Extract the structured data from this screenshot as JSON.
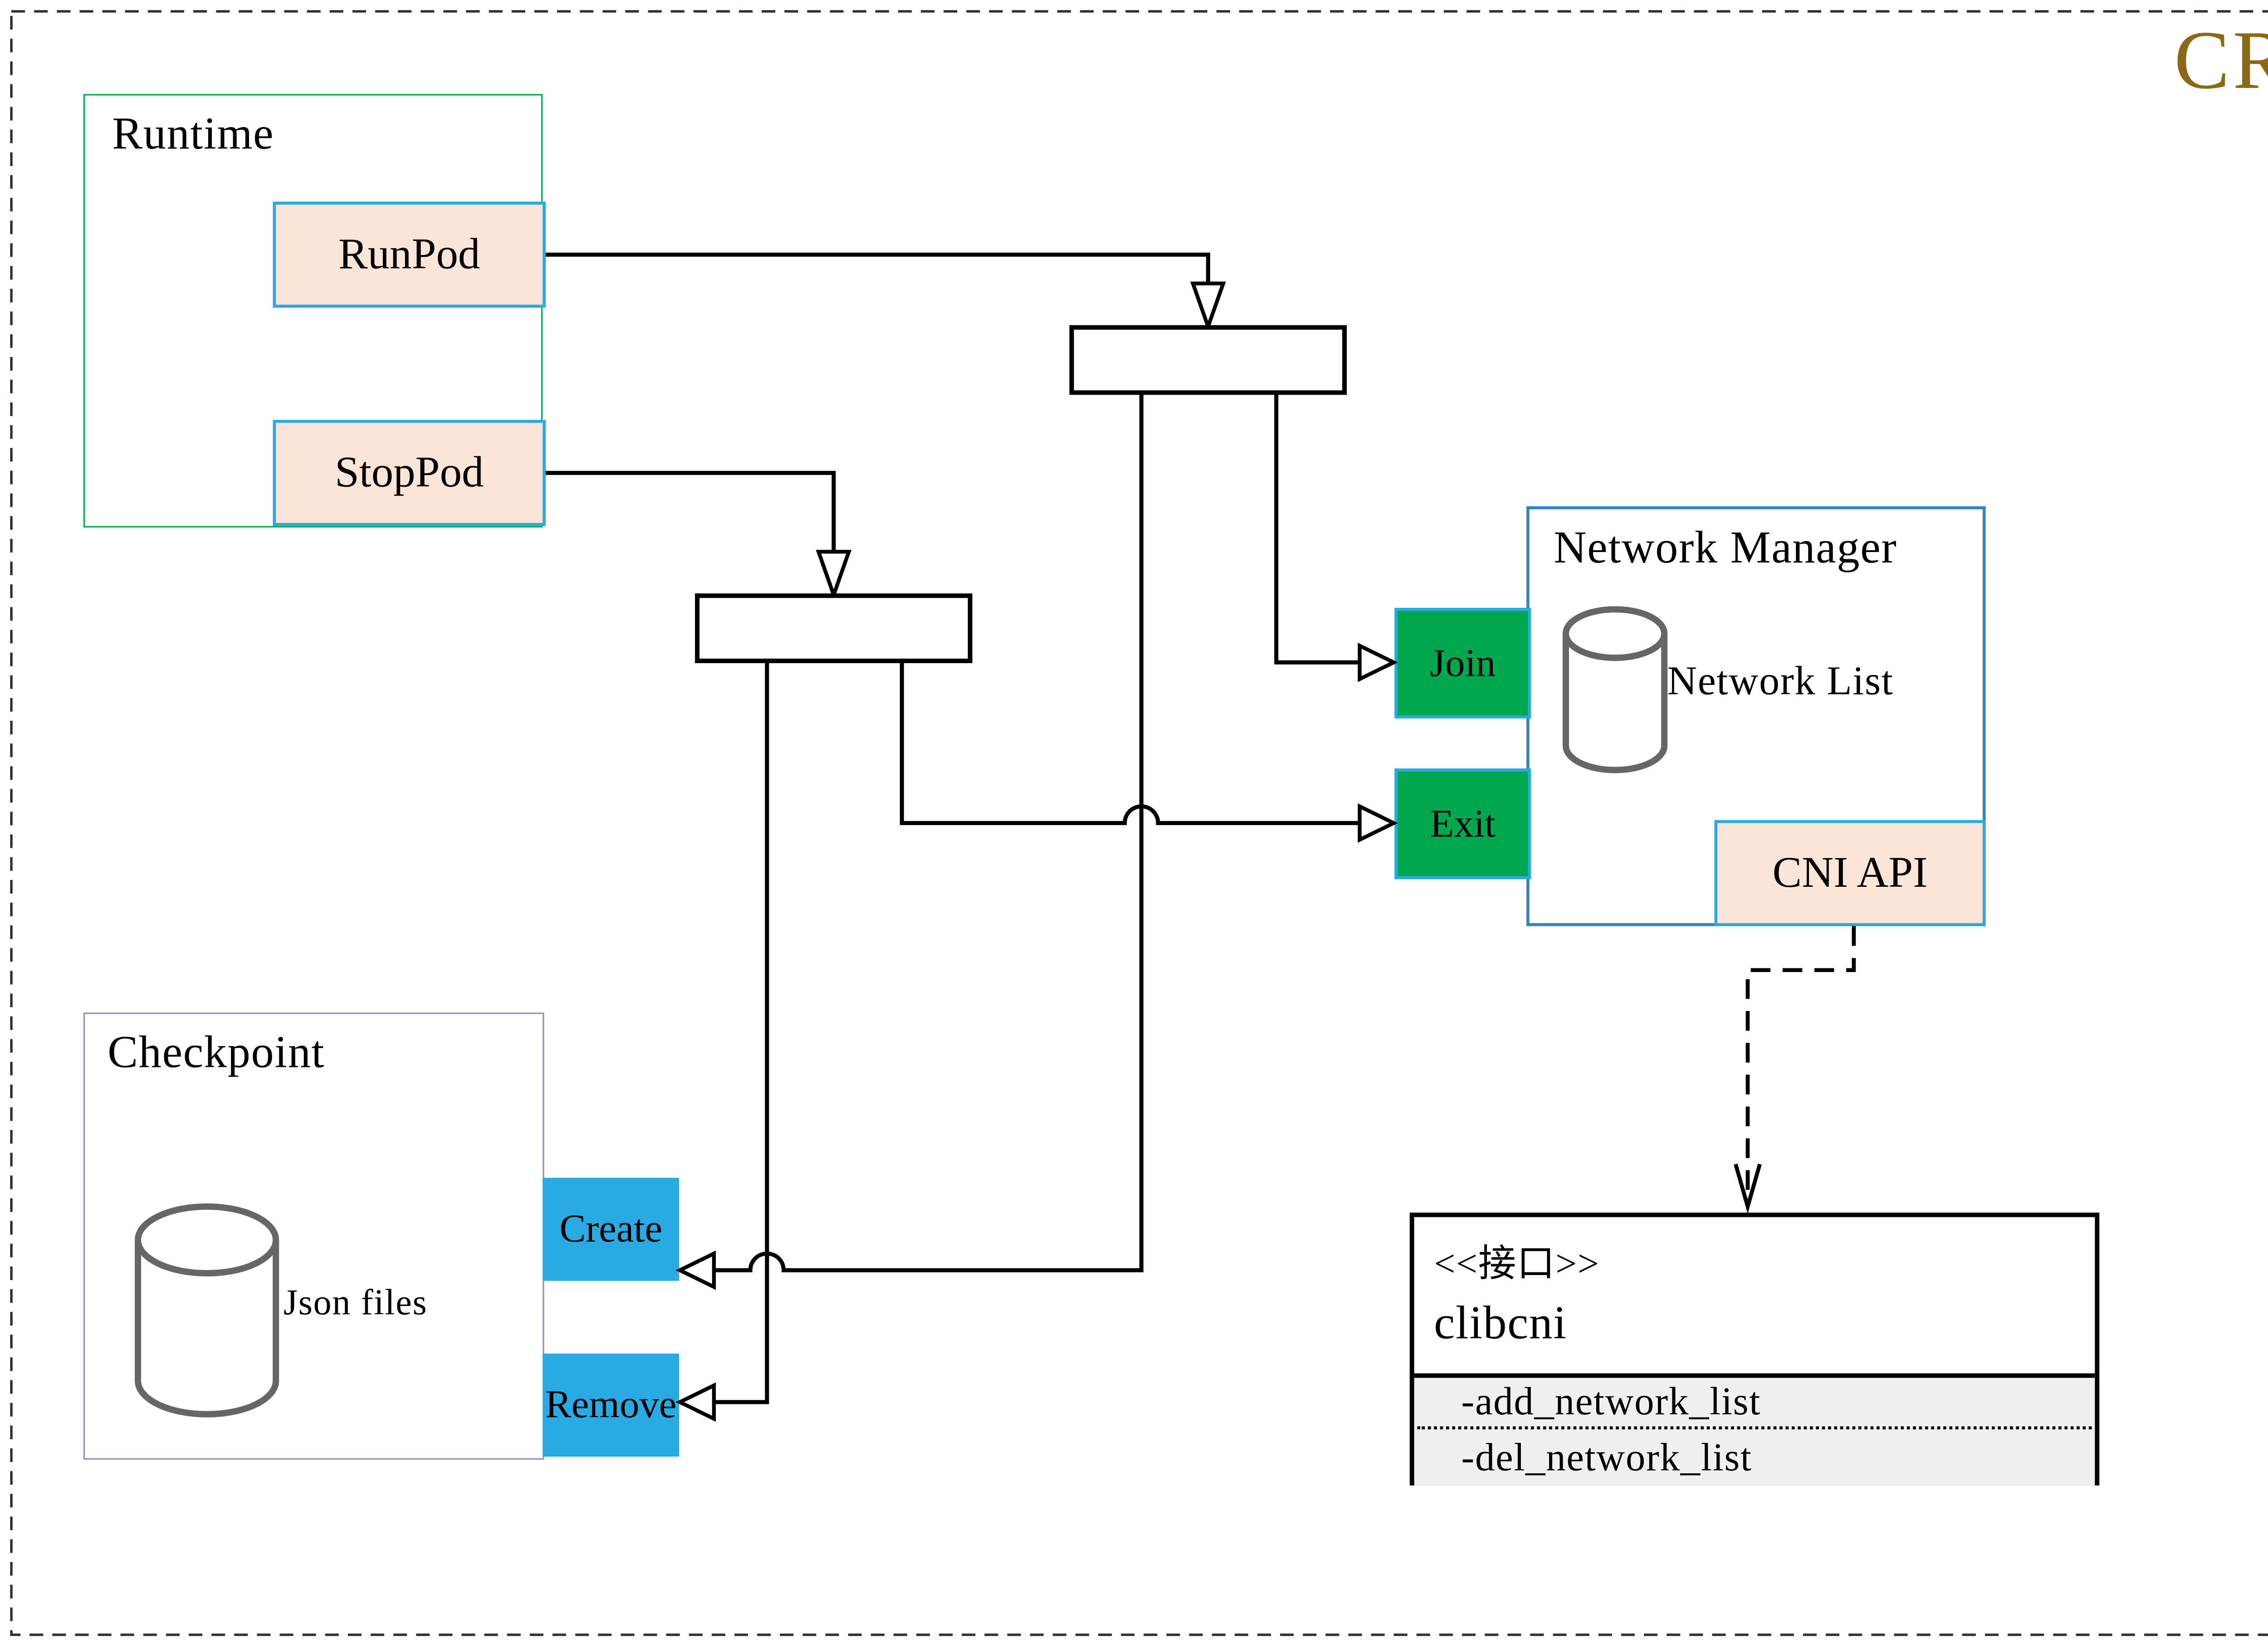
{
  "page": {
    "title": "CRI"
  },
  "runtime": {
    "title": "Runtime",
    "run_pod_label": "RunPod",
    "stop_pod_label": "StopPod"
  },
  "network_manager": {
    "title": "Network Manager",
    "database_icon": "database-icon",
    "database_label": "Network List",
    "join_label": "Join",
    "exit_label": "Exit",
    "cni_api_label": "CNI API"
  },
  "checkpoint": {
    "title": "Checkpoint",
    "database_icon": "database-icon",
    "database_label": "Json files",
    "create_label": "Create",
    "remove_label": "Remove"
  },
  "clibcni": {
    "stereotype": "<<接口>>",
    "name": "clibcni",
    "methods": {
      "add": "-add_network_list",
      "del": "-del_network_list"
    }
  },
  "colors": {
    "title_gold": "#8B6914",
    "runtime_border_green": "#00B050",
    "operation_fill_peach": "#FBE5D6",
    "operation_border_cyan": "#29ABE2",
    "action_fill_green": "#00A950",
    "action_fill_blue": "#29ABE2",
    "network_manager_border_blue": "#2E86C8",
    "checkpoint_border_purple": "#9D8EC2",
    "clibcni_methods_gray": "#F0F0F0",
    "cylinder_gray": "#666666"
  }
}
